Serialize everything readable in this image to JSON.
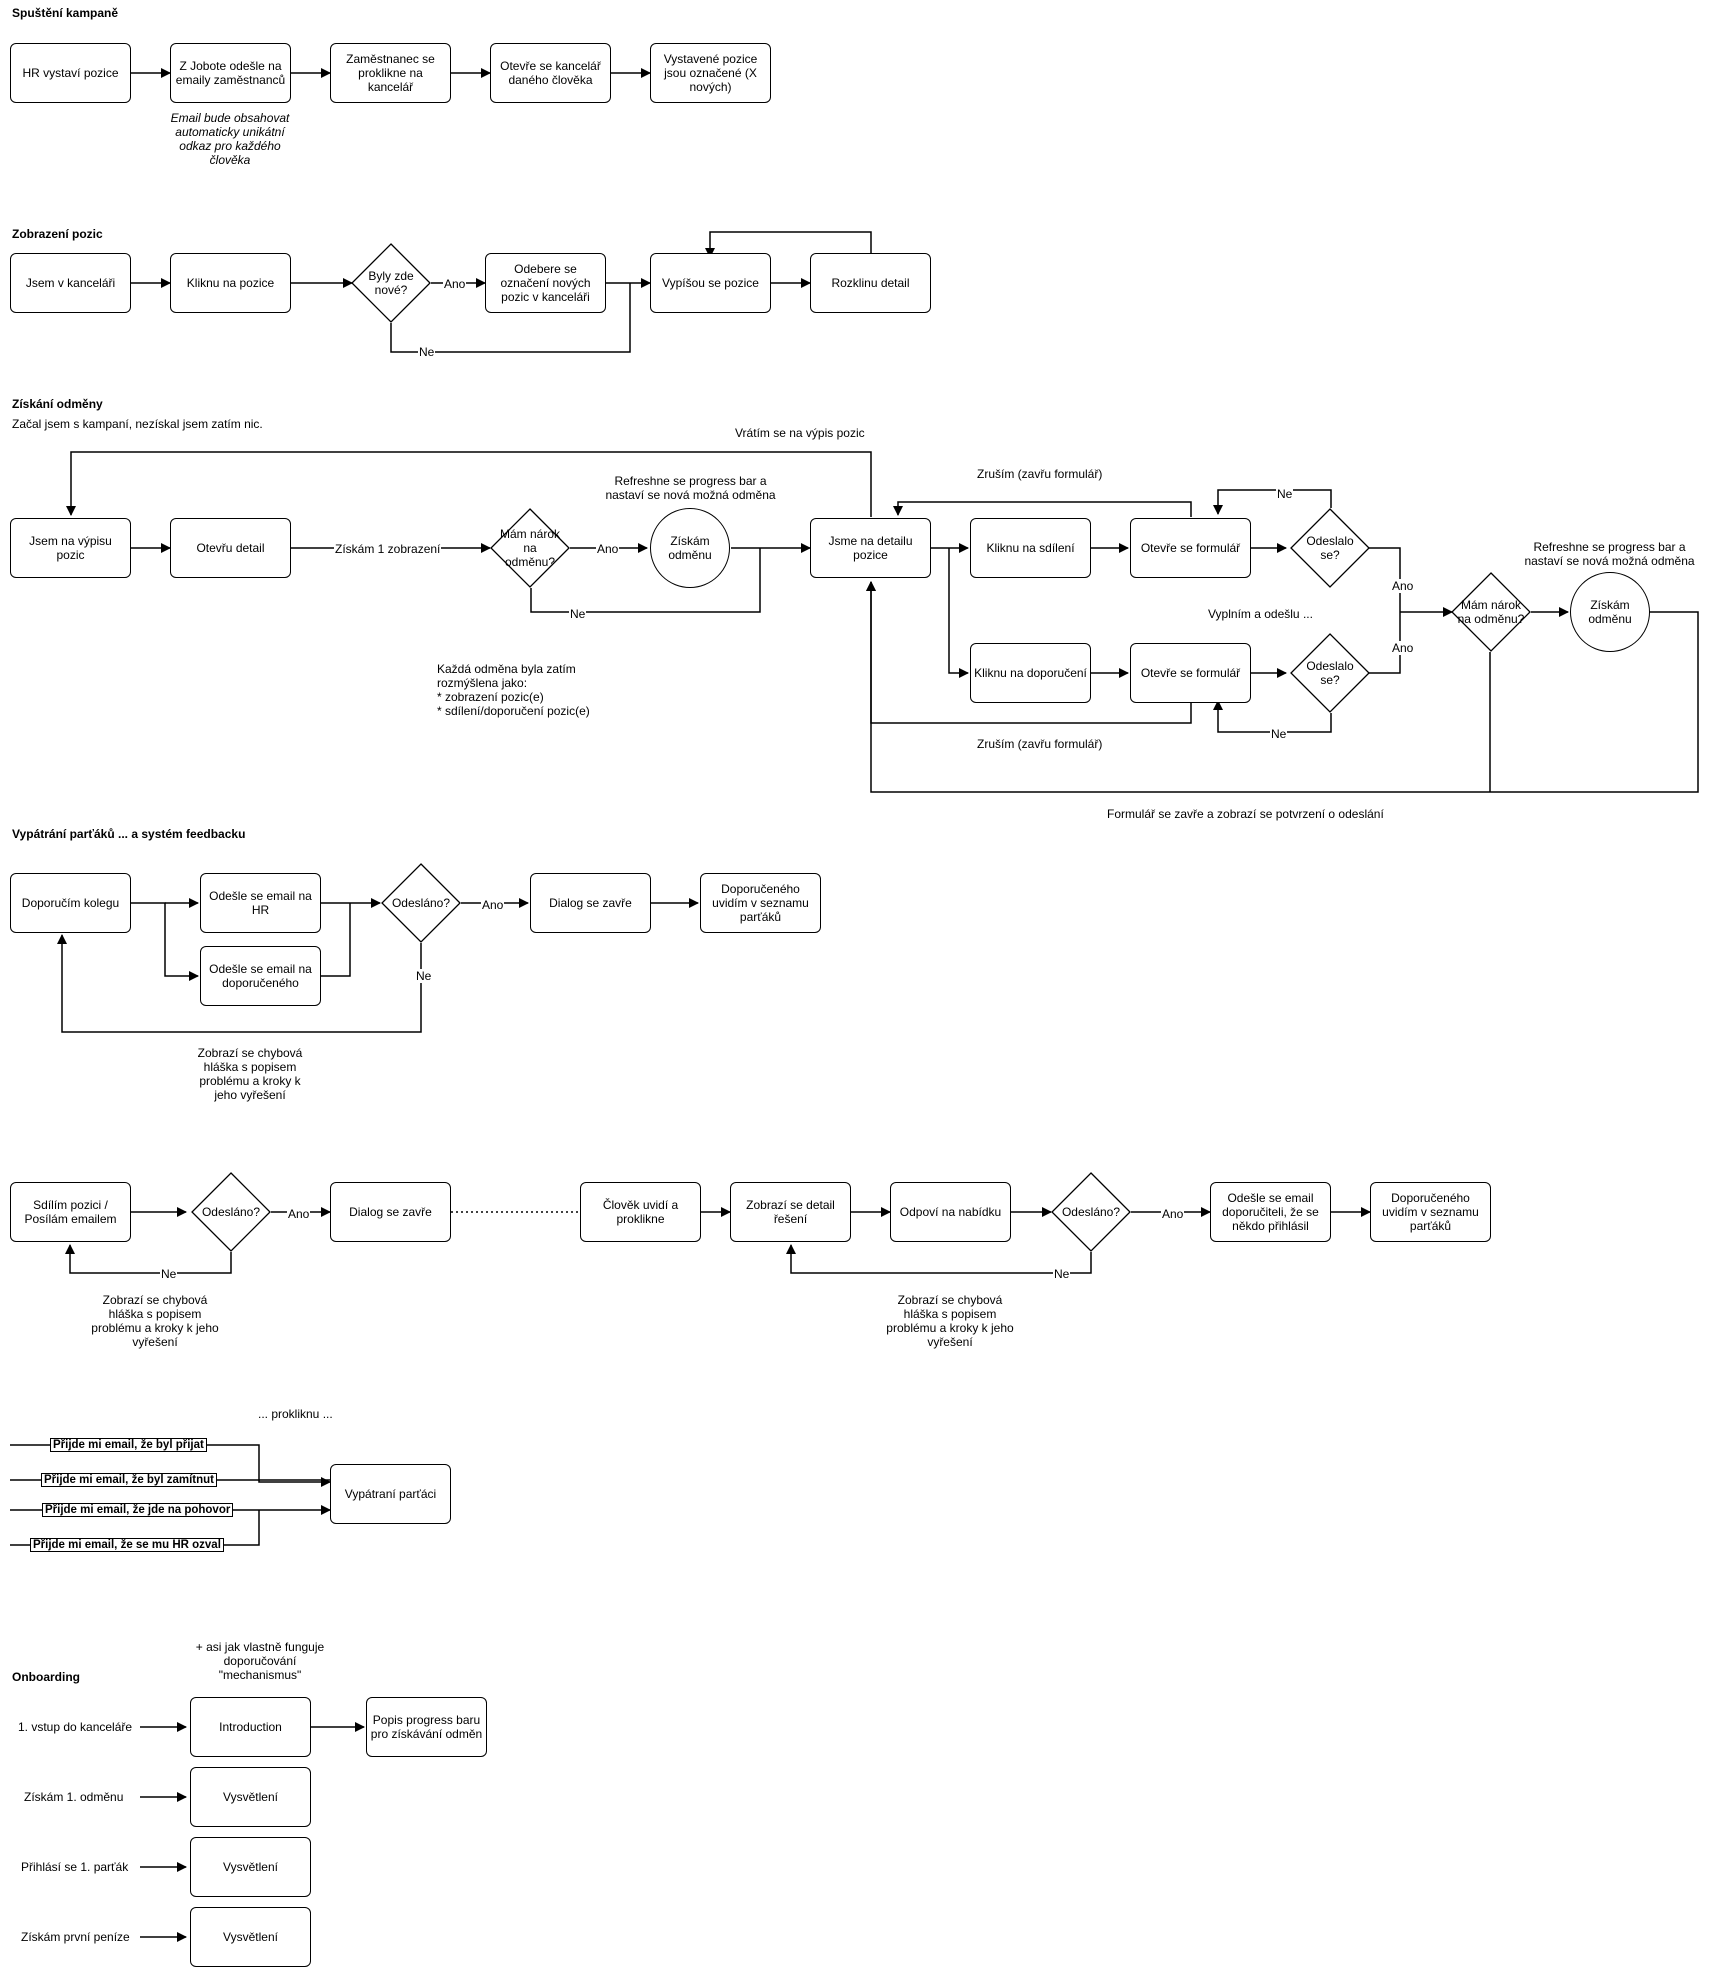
{
  "sections": {
    "launch": "Spuštění kampaně",
    "positions": "Zobrazení pozic",
    "reward": "Získání odměny",
    "reward_subtitle": "Začal jsem s kampaní, nezískal jsem zatím nic.",
    "partners": "Vypátrání parťáků ... a systém feedbacku",
    "onboarding": "Onboarding"
  },
  "launch": {
    "n1": "HR vystaví pozice",
    "n2": "Z Jobote odešle na emaily zaměstnanců",
    "n3": "Zaměstnanec se proklikne na kancelář",
    "n4": "Otevře se kancelář daného člověka",
    "n5": "Vystavené pozice jsou označené (X nových)",
    "note": "Email bude obsahovat automaticky unikátní odkaz pro každého člověka"
  },
  "positions": {
    "n1": "Jsem v kanceláři",
    "n2": "Kliknu na pozice",
    "d1": "Byly zde nové?",
    "n3": "Odebere se označení nových pozic v kanceláři",
    "n4": "Vypíšou se pozice",
    "n5": "Rozklinu detail",
    "yes": "Ano",
    "no": "Ne"
  },
  "reward": {
    "back_to_list": "Vrátím se na výpis pozic",
    "n1": "Jsem na výpisu pozic",
    "n2": "Otevřu detail",
    "edge_view": "Získám 1 zobrazení",
    "d1": "Mám nárok na odměnu?",
    "yes": "Ano",
    "no": "Ne",
    "c1": "Získám odměnu",
    "refresh1": "Refreshne se progress bar a nastaví se nová možná odměna",
    "n3": "Jsme na detailu pozice",
    "cancel_top": "Zruším (zavřu formulář)",
    "n4": "Kliknu na sdílení",
    "n5": "Otevře se formulář",
    "d2": "Odeslalo se?",
    "no_top": "Ne",
    "fill": "Vyplním a odešlu ...",
    "n6": "Kliknu na doporučení",
    "n7": "Otevře se formulář",
    "d3": "Odeslalo se?",
    "no_bottom": "Ne",
    "cancel_bottom": "Zruším (zavřu formulář)",
    "yes_top": "Ano",
    "yes_bottom": "Ano",
    "d4": "Mám nárok na odměnu?",
    "c2": "Získám odměnu",
    "refresh2": "Refreshne se progress bar a nastaví se nová možná odměna",
    "closed": "Formulář se zavře a zobrazí se potvrzení o odeslání",
    "note": "Každá odměna byla zatím\nrozmýšlena jako:\n* zobrazení pozic(e)\n* sdílení/doporučení pozic(e)"
  },
  "partners": {
    "n1": "Doporučím kolegu",
    "n2": "Odešle se email na HR",
    "n3": "Odešle se email na doporučeného",
    "d1": "Odesláno?",
    "yes": "Ano",
    "no": "Ne",
    "n4": "Dialog se zavře",
    "n5": "Doporučeného uvidím v seznamu parťáků",
    "err": "Zobrazí se chybová hláška s popisem problému a kroky k jeho vyřešení"
  },
  "share": {
    "n1": "Sdílím pozici / Posílám emailem",
    "d1": "Odesláno?",
    "yes": "Ano",
    "no": "Ne",
    "n2": "Dialog se zavře",
    "err1": "Zobrazí se chybová hláška s popisem problému a kroky k jeho vyřešení",
    "n3": "Člověk uvidí a proklikne",
    "n4": "Zobrazí se detail řešení",
    "n5": "Odpoví na nabídku",
    "d2": "Odesláno?",
    "yes2": "Ano",
    "no2": "Ne",
    "n6": "Odešle se email doporučiteli, že se někdo přihlásil",
    "n7": "Doporučeného uvidím v seznamu parťáků",
    "err2": "Zobrazí se chybová hláška s popisem problému a kroky k jeho vyřešení"
  },
  "emails": {
    "click": "... prokliknu ...",
    "e1": "Přijde mi email, že byl přijat",
    "e2": "Přijde mi email, že byl zamítnut",
    "e3": "Přijde mi email, že jde na pohovor",
    "e4": "Přijde mi email, že se mu HR ozval",
    "target": "Vypátraní parťáci"
  },
  "onboarding": {
    "note": "+ asi jak vlastně funguje doporučování \"mechanismus\"",
    "r1": "1. vstup do kanceláře",
    "i1": "Introduction",
    "p1": "Popis progress baru pro získávání odměn",
    "r2": "Získám 1. odměnu",
    "v2": "Vysvětlení",
    "r3": "Přihlásí se 1. parťák",
    "v3": "Vysvětlení",
    "r4": "Získám první peníze",
    "v4": "Vysvětlení"
  }
}
